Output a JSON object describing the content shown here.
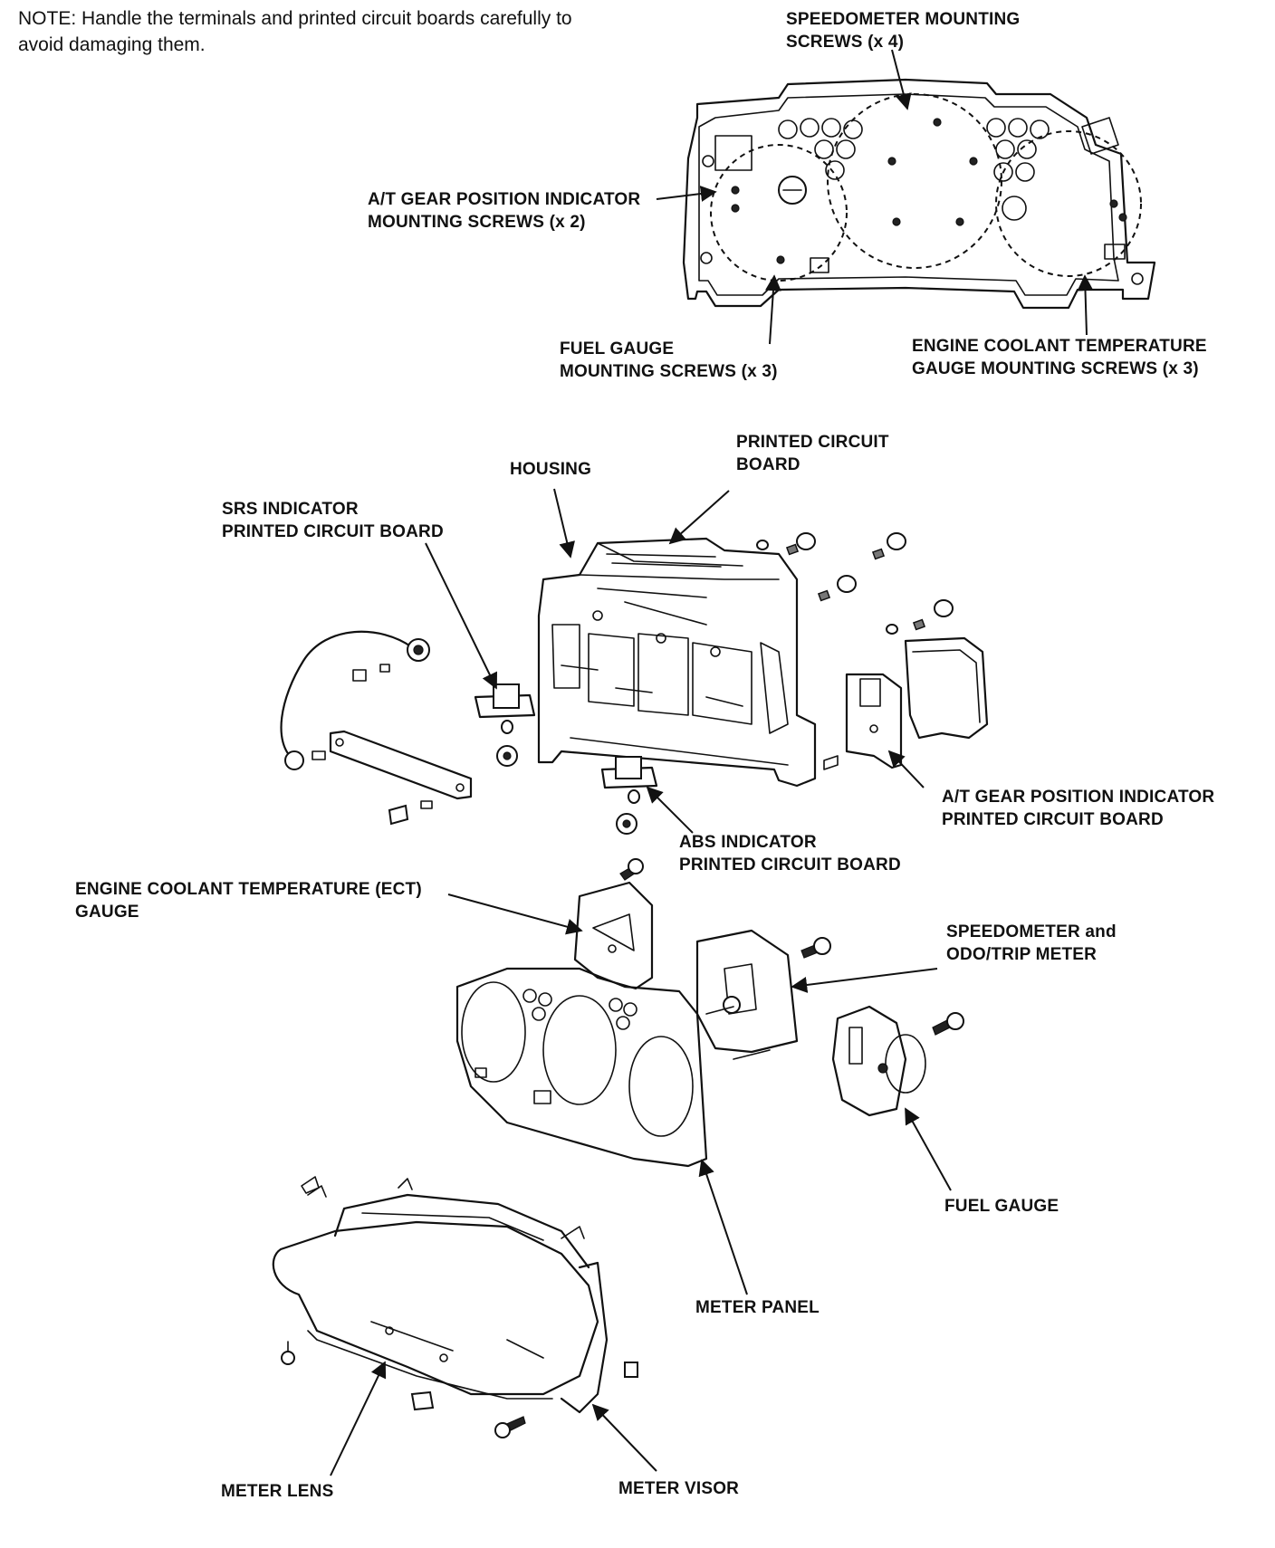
{
  "note": "NOTE: Handle the terminals and printed circuit boards carefully to avoid damaging them.",
  "labels": {
    "speedometer_screws": [
      "SPEEDOMETER MOUNTING",
      "SCREWS (x 4)"
    ],
    "at_gear_screws": [
      "A/T GEAR POSITION INDICATOR",
      "MOUNTING SCREWS (x 2)"
    ],
    "fuel_gauge_screws": [
      "FUEL GAUGE",
      "MOUNTING SCREWS (x 3)"
    ],
    "ect_gauge_screws": [
      "ENGINE COOLANT TEMPERATURE",
      "GAUGE MOUNTING SCREWS (x 3)"
    ],
    "housing": [
      "HOUSING"
    ],
    "printed_circuit_board": [
      "PRINTED CIRCUIT",
      "BOARD"
    ],
    "srs_board": [
      "SRS INDICATOR",
      "PRINTED CIRCUIT BOARD"
    ],
    "at_gear_board": [
      "A/T GEAR POSITION INDICATOR",
      "PRINTED CIRCUIT BOARD"
    ],
    "abs_board": [
      "ABS INDICATOR",
      "PRINTED CIRCUIT BOARD"
    ],
    "ect_gauge": [
      "ENGINE COOLANT TEMPERATURE (ECT)",
      "GAUGE"
    ],
    "speedometer": [
      "SPEEDOMETER and",
      "ODO/TRIP METER"
    ],
    "fuel_gauge": [
      "FUEL GAUGE"
    ],
    "meter_panel": [
      "METER PANEL"
    ],
    "meter_lens": [
      "METER LENS"
    ],
    "meter_visor": [
      "METER VISOR"
    ]
  }
}
